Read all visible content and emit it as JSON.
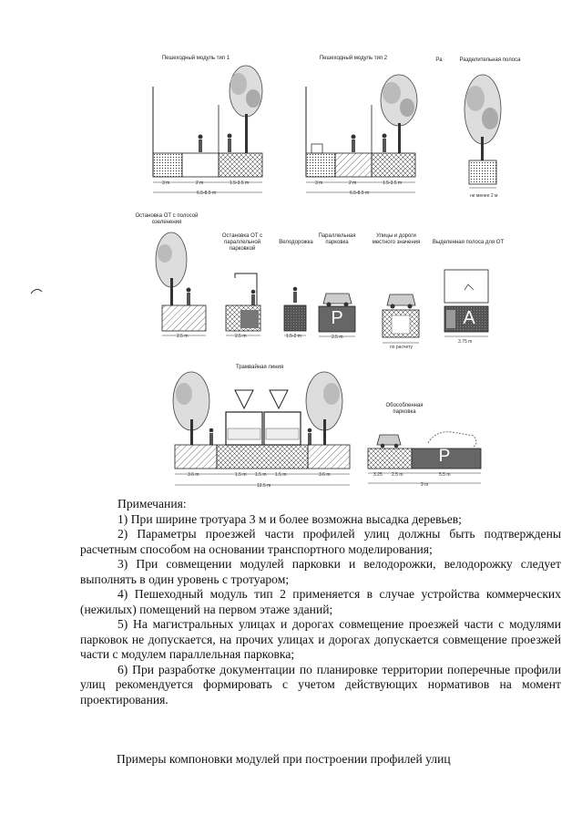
{
  "diagram_labels": {
    "row1": {
      "ped_type1": "Пешеходный модуль тип 1",
      "ped_type2": "Пешеходный модуль тип 2",
      "divider_prefix": "Ра",
      "divider": "Разделительная полоса",
      "ped1_dim_a": "3 m",
      "ped1_dim_b": "2 m",
      "ped1_dim_c": "1.5-3.5 m",
      "ped1_total": "6.5-8.5 m",
      "ped2_dim_a": "3 m",
      "ped2_dim_b": "2 m",
      "ped2_dim_c": "1.5-3.5 m",
      "ped2_total": "6.5-8.5 m",
      "divider_dim": "не менее 2 м"
    },
    "row2": {
      "stop_lane": "Остановка ОТ с полосой озеленения",
      "stop_parallel": "Остановка ОТ с параллельной парковкой",
      "bike": "Велодорожка",
      "parallel_parking": "Параллельная парковка",
      "local_streets": "Улицы и дороги местного значения",
      "dedicated_lane": "Выделенная полоса для ОТ",
      "dim_stop_lane": "2.5 m",
      "dim_stop_parallel": "2.5 m",
      "dim_bike": "1.5-2 m",
      "dim_parking": "2.5 m",
      "dim_local": "по расчету",
      "dim_dedicated": "3.75 m",
      "letter_parking": "P",
      "letter_a": "А"
    },
    "row3": {
      "tram": "Трамвайная линия",
      "separate_parking": "Обособленная парковка",
      "dim_a": "3.6 m",
      "dim_b": "1.5 m",
      "dim_c": "1.5 m",
      "dim_d": "1.5 m",
      "dim_e": "3.6 m",
      "total": "12.5 m",
      "park_dim_a": "3.25",
      "park_dim_b": "2.5 m",
      "park_dim_c": "5.5 m",
      "park_total": "9 m",
      "letter_parking": "P"
    }
  },
  "notes": {
    "title": "Примечания:",
    "items": [
      "1) При ширине тротуара 3 м и более возможна высадка деревьев;",
      "2) Параметры проезжей части профилей улиц должны быть подтверждены расчетным способом на основании транспортного моделирования;",
      "3) При совмещении модулей парковки и велодорожки, велодорожку следует выполнять в один уровень с тротуаром;",
      "4) Пешеходный модуль тип 2 применяется в случае устройства коммерческих (нежилых) помещений на первом этаже зданий;",
      "5) На магистральных улицах и дорогах совмещение проезжей части с модулями парковок не допускается, на прочих улицах и дорогах допускается совмещение проезжей части с модулем параллельная парковка;",
      "6) При разработке документации по планировке территории поперечные профили улиц рекомендуется формировать с учетом действующих нормативов на момент проектирования."
    ]
  },
  "caption": "Примеры компоновки модулей при построении профилей улиц"
}
